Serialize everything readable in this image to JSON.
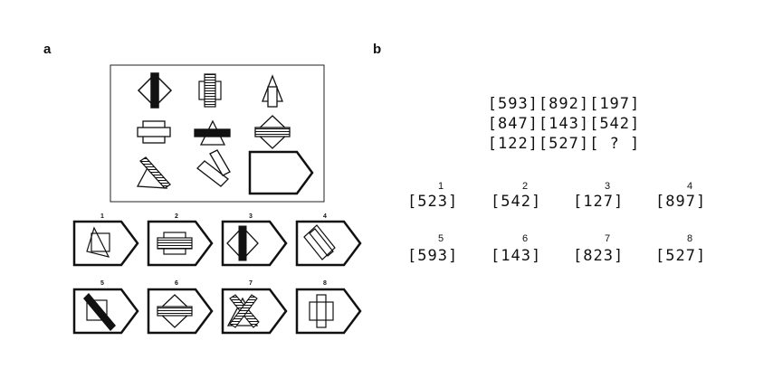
{
  "panel_a": {
    "label": "a",
    "choices": [
      {
        "number": "1",
        "icon": "square-triangle-overlap-icon"
      },
      {
        "number": "2",
        "icon": "square-striped-bar-icon"
      },
      {
        "number": "3",
        "icon": "diamond-black-bar-icon"
      },
      {
        "number": "4",
        "icon": "diagonal-crossed-rectangles-icon"
      },
      {
        "number": "5",
        "icon": "square-black-diagonal-bar-icon"
      },
      {
        "number": "6",
        "icon": "diamond-striped-bar-icon"
      },
      {
        "number": "7",
        "icon": "triangle-crossed-bars-icon"
      },
      {
        "number": "8",
        "icon": "square-vertical-rectangles-icon"
      }
    ]
  },
  "panel_b": {
    "label": "b",
    "matrix_rows": [
      "[593][892][197]",
      "[847][143][542]",
      "[122][527][ ? ]"
    ],
    "options": [
      {
        "number": "1",
        "value": "[523]"
      },
      {
        "number": "2",
        "value": "[542]"
      },
      {
        "number": "3",
        "value": "[127]"
      },
      {
        "number": "4",
        "value": "[897]"
      },
      {
        "number": "5",
        "value": "[593]"
      },
      {
        "number": "6",
        "value": "[143]"
      },
      {
        "number": "7",
        "value": "[823]"
      },
      {
        "number": "8",
        "value": "[527]"
      }
    ]
  }
}
